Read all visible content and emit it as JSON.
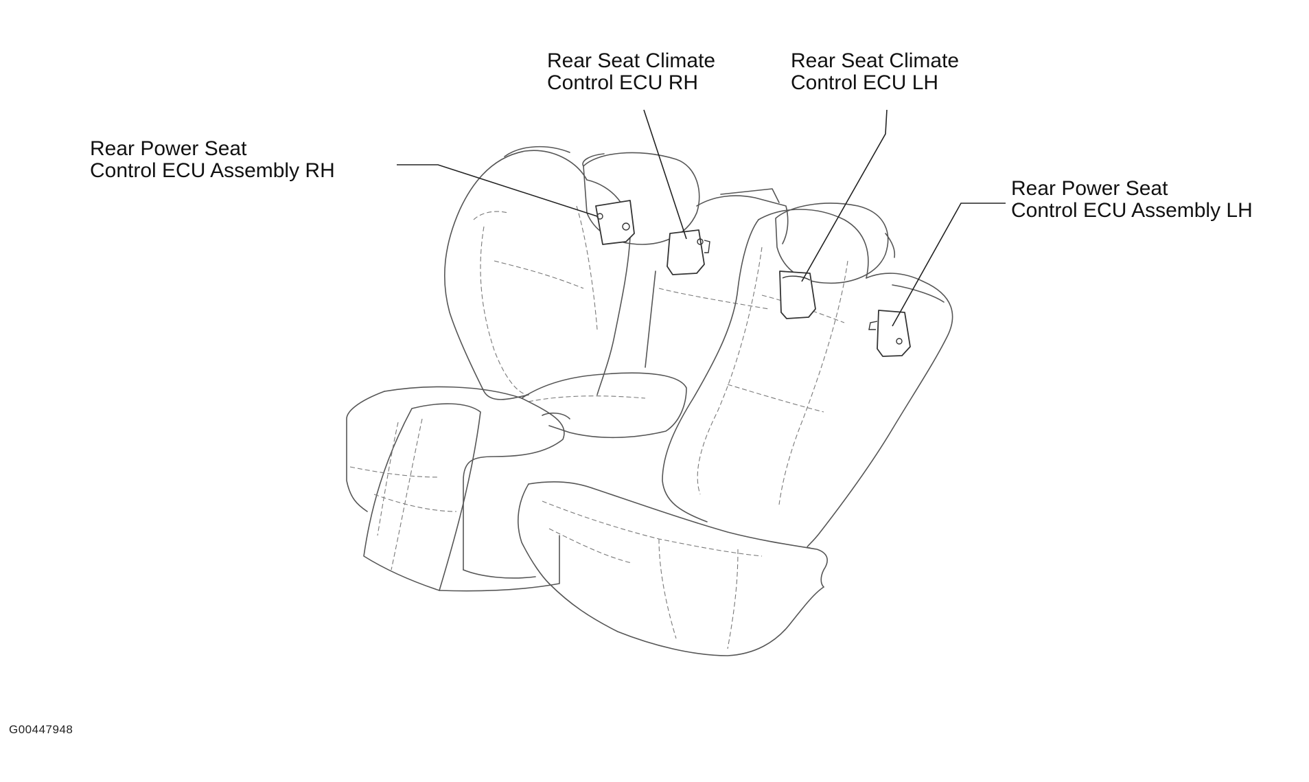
{
  "labels": {
    "rear_power_seat_rh": [
      "Rear Power Seat",
      "Control ECU Assembly RH"
    ],
    "rear_seat_climate_rh": [
      "Rear Seat Climate",
      "Control ECU RH"
    ],
    "rear_seat_climate_lh": [
      "Rear Seat Climate",
      "Control ECU LH"
    ],
    "rear_power_seat_lh": [
      "Rear Power Seat",
      "Control ECU Assembly LH"
    ]
  },
  "figure_id": "G00447948",
  "colors": {
    "line": "#555555",
    "text": "#111111",
    "background": "#ffffff"
  }
}
